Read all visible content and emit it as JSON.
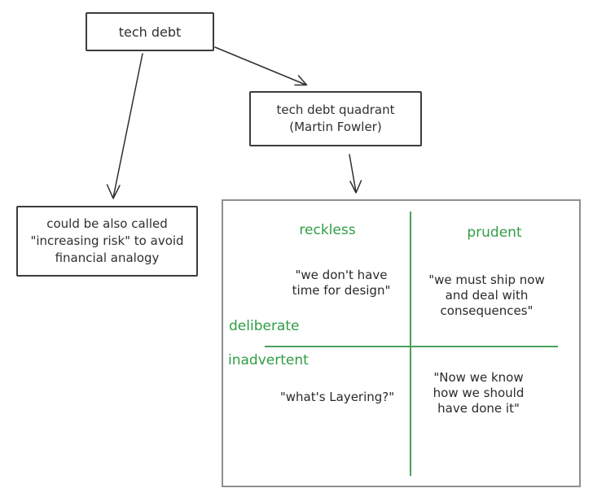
{
  "diagram": {
    "nodes": {
      "tech_debt": "tech debt",
      "quadrant_ref": "tech debt quadrant\n(Martin Fowler)",
      "note": "could be also called\n\"increasing risk\" to avoid\nfinancial analogy"
    },
    "quadrant": {
      "top_left_label": "reckless",
      "top_right_label": "prudent",
      "row_top_label": "deliberate",
      "row_bottom_label": "inadvertent",
      "quotes": {
        "reckless_deliberate": "\"we don't have\ntime for design\"",
        "prudent_deliberate": "\"we must ship now\nand deal with\nconsequences\"",
        "reckless_inadvertent": "\"what's Layering?\"",
        "prudent_inadvertent": "\"Now we know\nhow we should\nhave done it\""
      }
    },
    "colors": {
      "green_label": "#2f9e44",
      "green_line": "#4aa05a",
      "ink": "#2f2f2f",
      "frame_gray": "#8f8f8f"
    }
  }
}
